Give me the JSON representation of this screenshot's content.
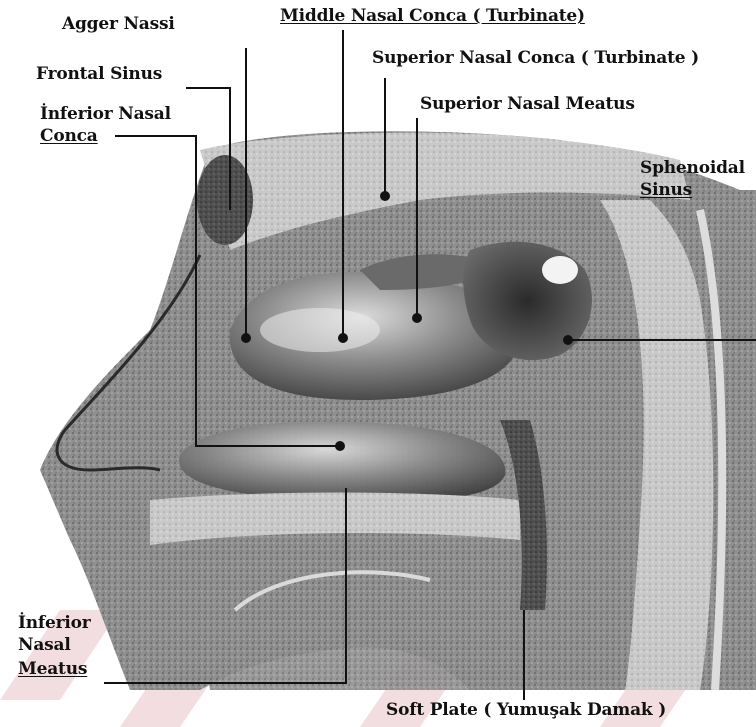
{
  "labels": {
    "agger_nassi": "Agger Nassi",
    "middle_nasal_conca": "Middle Nasal Conca ( Turbinate)",
    "superior_nasal_conca": "Superior Nasal Conca ( Turbinate )",
    "frontal_sinus": "Frontal Sinus",
    "superior_nasal_meatus": "Superior Nasal Meatus",
    "inferior_nasal_conca_line1": "İnferior Nasal",
    "inferior_nasal_conca_line2": "Conca",
    "sphenoidal_line1": "Sphenoidal",
    "sphenoidal_line2": "Sinus",
    "inferior_nasal_meatus_line1": "İnferior",
    "inferior_nasal_meatus_line2": "Nasal",
    "inferior_nasal_meatus_line3": "Meatus",
    "soft_plate": "Soft Plate ( Yumuşak Damak )"
  },
  "colors": {
    "line": "#111111",
    "watermark": "#e8c9cc"
  }
}
